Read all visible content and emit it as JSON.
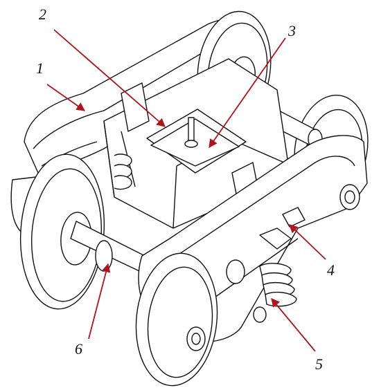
{
  "callouts": [
    {
      "id": "1",
      "label": "1"
    },
    {
      "id": "2",
      "label": "2"
    },
    {
      "id": "3",
      "label": "3"
    },
    {
      "id": "4",
      "label": "4"
    },
    {
      "id": "5",
      "label": "5"
    },
    {
      "id": "6",
      "label": "6"
    }
  ],
  "colors": {
    "leader_line": "#b3121a",
    "ink": "#111111",
    "background": "#ffffff"
  }
}
